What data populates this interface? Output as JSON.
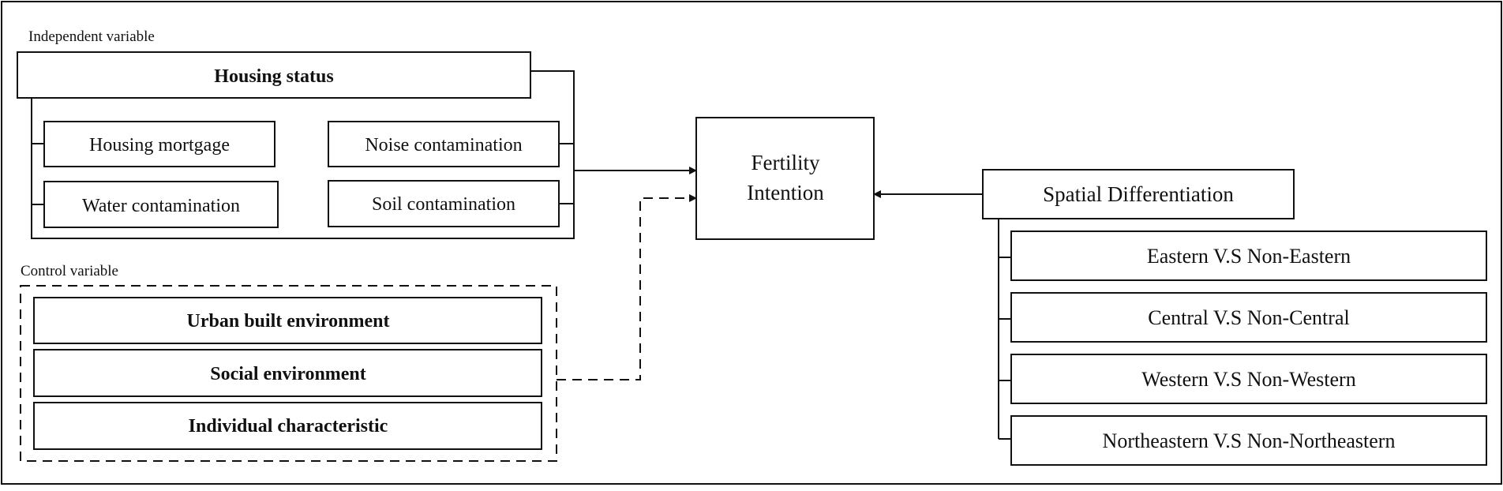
{
  "independent": {
    "label": "Independent variable",
    "header": "Housing status",
    "items": [
      "Housing mortgage",
      "Water contamination",
      "Noise contamination",
      "Soil contamination"
    ]
  },
  "control": {
    "label": "Control variable",
    "items": [
      "Urban built environment",
      "Social environment",
      "Individual characteristic"
    ]
  },
  "outcome": {
    "line1": "Fertility",
    "line2": "Intention"
  },
  "spatial": {
    "header": "Spatial Differentiation",
    "items": [
      "Eastern V.S Non-Eastern",
      "Central V.S Non-Central",
      "Western V.S Non-Western",
      "Northeastern V.S Non-Northeastern"
    ]
  }
}
